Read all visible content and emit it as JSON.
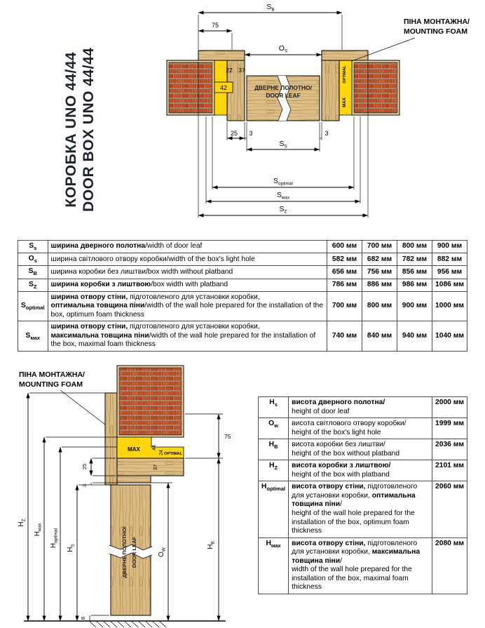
{
  "page": {
    "title_line1": "КОРОБКА UNO 44/44",
    "title_line2": "DOOR BOX UNO 44/44"
  },
  "labels": {
    "foam_line1": "ПІНА МОНТАЖНА/",
    "foam_line2": "MOUNTING FOAM",
    "door_leaf_line1": "ДВЕРНЕ ПОЛОТНО/",
    "door_leaf_line2": "DOOR LEAF",
    "max": "MAX",
    "optimal": "OPTIMAL"
  },
  "top_drawing": {
    "dims": {
      "sb_main": "S",
      "sb_sub": "В",
      "d75": "75",
      "os_main": "O",
      "os_sub": "S",
      "d22": "22",
      "d37": "37",
      "d42": "42",
      "d25": "25",
      "d3l": "3",
      "d3r": "3",
      "ss_main": "S",
      "ss_sub": "S",
      "sopt_main": "S",
      "sopt_sub": "optimal",
      "smax_main": "S",
      "smax_sub": "мах",
      "sz_main": "S",
      "sz_sub": "Z"
    }
  },
  "bottom_drawing": {
    "dims": {
      "d44": "44",
      "d24": "24",
      "d75": "75",
      "d25": "25",
      "d37": "37",
      "d3": "3",
      "d8": "8",
      "hz_main": "H",
      "hz_sub": "Z",
      "hmax_main": "H",
      "hmax_sub": "мах",
      "hopt_main": "H",
      "hopt_sub": "optimal",
      "hs_main": "H",
      "hs_sub": "S",
      "ow_main": "O",
      "ow_sub": "W",
      "hb_main": "H",
      "hb_sub": "В"
    }
  },
  "width_table": {
    "rows": [
      {
        "sym": "S",
        "sub": "s",
        "b1": "ширина дверного полотна",
        "r1": "/width of door leaf",
        "b2": "",
        "r2": "",
        "v1": "600 мм",
        "v2": "700 мм",
        "v3": "800 мм",
        "v4": "900 мм"
      },
      {
        "sym": "O",
        "sub": "s",
        "b1": "",
        "r1": "ширина світлового отвору коробки/width of the box's light hole",
        "b2": "",
        "r2": "",
        "v1": "582 мм",
        "v2": "682 мм",
        "v3": "782 мм",
        "v4": "882 мм"
      },
      {
        "sym": "S",
        "sub": "В",
        "b1": "",
        "r1": "ширина коробки без лиштви/box width without platband",
        "b2": "",
        "r2": "",
        "v1": "656 мм",
        "v2": "756 мм",
        "v3": "856 мм",
        "v4": "956 мм"
      },
      {
        "sym": "S",
        "sub": "Z",
        "b1": "ширина коробки з лиштвою",
        "r1": "/box width with platband",
        "b2": "",
        "r2": "",
        "v1": "786 мм",
        "v2": "886 мм",
        "v3": "986 мм",
        "v4": "1086 мм"
      },
      {
        "sym": "S",
        "sub": "optimal",
        "b1": "ширина отвору стіни,",
        "r1": " підготовленого для установки коробки,\n",
        "b2": "оптимальна товщина піни",
        "r2": "/width of the wall hole prepared for the installation of the box, optimum foam thickness",
        "v1": "700 мм",
        "v2": "800 мм",
        "v3": "900 мм",
        "v4": "1000 мм"
      },
      {
        "sym": "S",
        "sub": "мах",
        "b1": "ширина отвору стіни,",
        "r1": " підготовленого для установки коробки,\n",
        "b2": "максимальна товщина піни",
        "r2": "/width of the wall hole prepared for the installation of the box, maximal foam thickness",
        "v1": "740 мм",
        "v2": "840 мм",
        "v3": "940 мм",
        "v4": "1040 мм"
      }
    ]
  },
  "height_table": {
    "rows": [
      {
        "sym": "H",
        "sub": "s",
        "b1": "висота дверного полотна/",
        "r1": "\nheight of door leaf",
        "b2": "",
        "r2": "",
        "v": "2000 мм"
      },
      {
        "sym": "O",
        "sub": "w",
        "b1": "",
        "r1": "висота світлового отвору коробки/\nheight of the box's light hole",
        "b2": "",
        "r2": "",
        "v": "1999 мм"
      },
      {
        "sym": "H",
        "sub": "В",
        "b1": "",
        "r1": "висота коробки без лиштви/\nheight of the box without platband",
        "b2": "",
        "r2": "",
        "v": "2036 мм"
      },
      {
        "sym": "H",
        "sub": "Z",
        "b1": "висота коробки з лиштвою/",
        "r1": "\nheight of the box with platband",
        "b2": "",
        "r2": "",
        "v": "2101 мм"
      },
      {
        "sym": "H",
        "sub": "optimal",
        "b1": "висота отвору стіни,",
        "r1": " підготовленого для установки коробки, ",
        "b2": "оптимальна товщина піни",
        "r2": "/\nheight of the wall hole prepared for the installation of the box, optimum foam thickness",
        "v": "2060 мм"
      },
      {
        "sym": "H",
        "sub": "мах",
        "b1": "висота отвору стіни,",
        "r1": " підготовленого для установки коробки, ",
        "b2": "максимальна товщина піни",
        "r2": "/\nwidth of the wall hole prepared for the installation of the box, maximal foam thickness",
        "v": "2080 мм"
      }
    ]
  }
}
